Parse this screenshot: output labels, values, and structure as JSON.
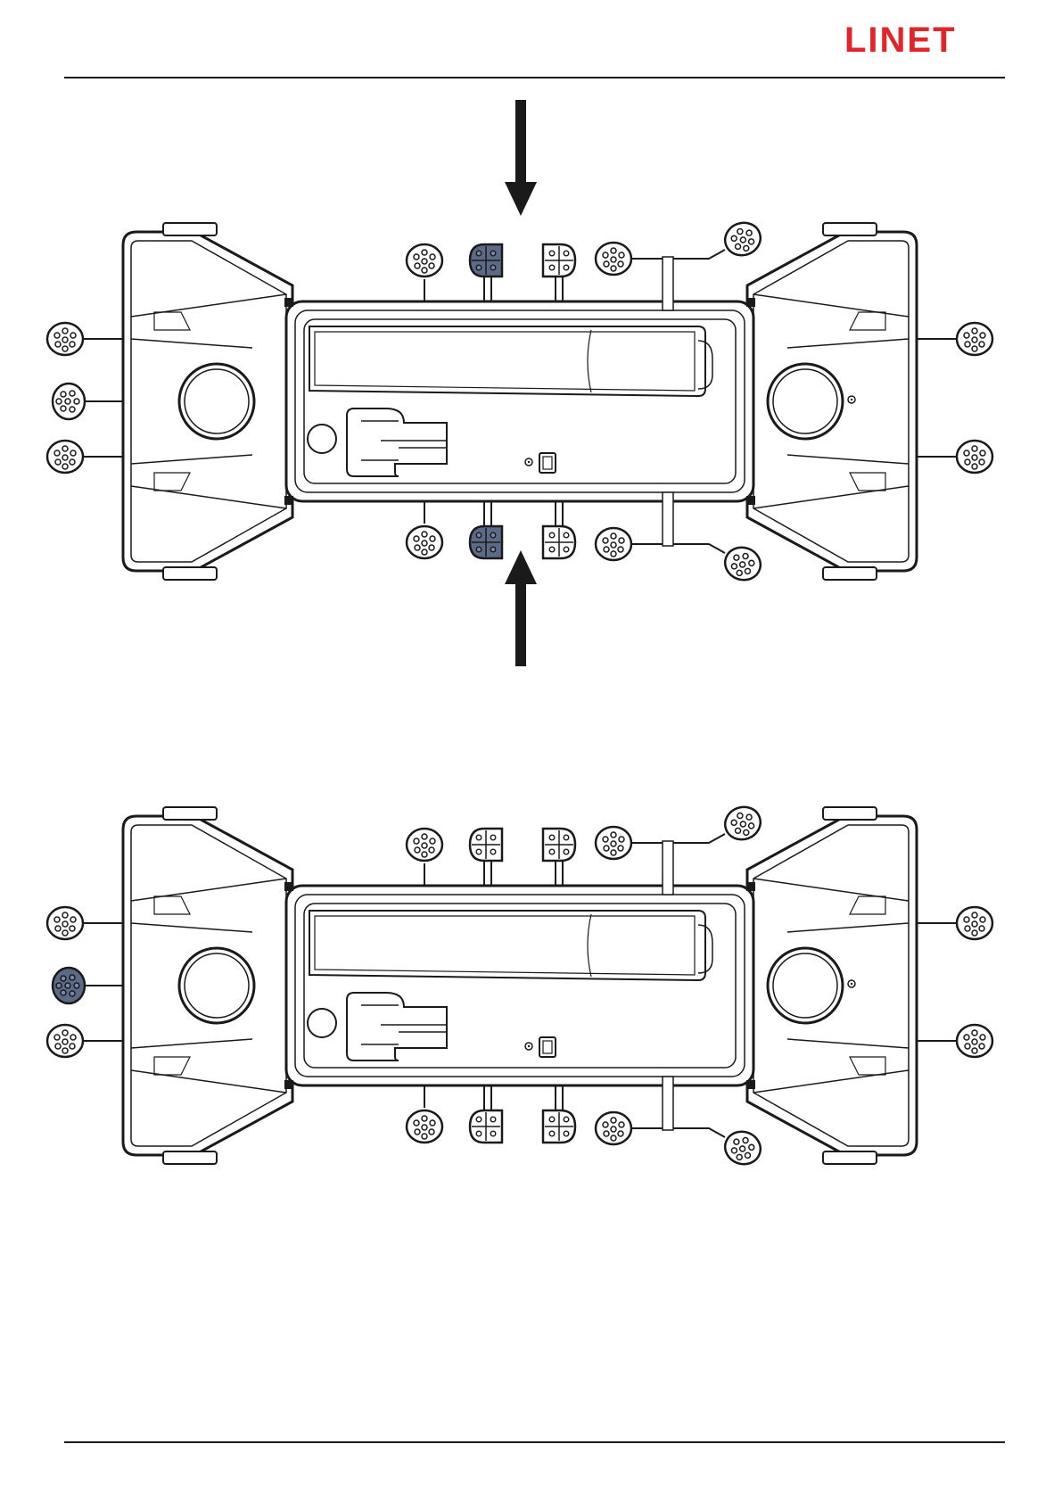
{
  "header": {
    "brand_name": "LINET",
    "brand_color": "#e0262b"
  },
  "figures": [
    {
      "label": "pedal-position-1",
      "highlight": "side-pedals-center",
      "arrows": "top-and-bottom"
    },
    {
      "label": "pedal-position-2",
      "highlight": "head-end-pedal",
      "arrows": "none"
    }
  ],
  "colors": {
    "line": "#1a1a1a",
    "highlight": "#5b6a86",
    "highlight_light": "#7a88a3"
  }
}
